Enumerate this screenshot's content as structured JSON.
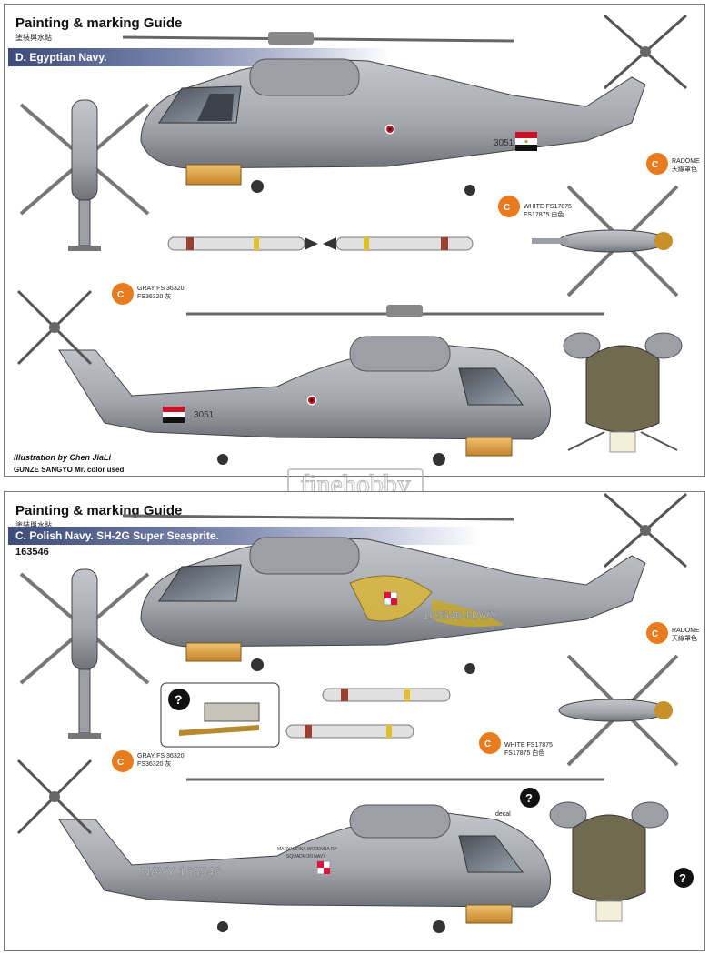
{
  "top": {
    "title": "Painting & marking Guide",
    "subtitle": "塗裝與水貼",
    "banner": "D. Egyptian Navy.",
    "serial": "3051",
    "credit": "Illustration by Chen JiaLi",
    "colors_credit": "GUNZE SANGYO Mr. color used",
    "callouts": {
      "c_gray": "C",
      "gray_line1": "GRAY FS 36320",
      "gray_line2": "FS36320 灰",
      "c_white": "C",
      "white_line1": "WHITE FS17875",
      "white_line2": "FS17875 白色",
      "c_radome": "C",
      "radome_line1": "RADOME",
      "radome_line2": "天線罩色"
    }
  },
  "bottom": {
    "title": "Painting & marking Guide",
    "subtitle": "塗裝與水貼",
    "banner": "C. Polish Navy. SH-2G Super Seasprite.",
    "banner_line2": "163546",
    "serial_side": "163546-NAVY",
    "serial_side2": "NAVY 163546",
    "decal_label": "decal",
    "stencil1": "MARYNARKA WOJENNA RP",
    "stencil2": "SQUADRON NAVY",
    "callouts": {
      "c_gray": "C",
      "gray_line1": "GRAY FS 36320",
      "gray_line2": "FS36320 灰",
      "c_white": "C",
      "white_line1": "WHITE FS17875",
      "white_line2": "FS17875 白色",
      "c_radome": "C",
      "radome_line1": "RADOME",
      "radome_line2": "天線罩色",
      "q_mark": "?"
    }
  },
  "watermark": "finehobby",
  "colors": {
    "banner": "#3d4c7a",
    "hull": "#a8aab0",
    "hull_dark": "#7d8087",
    "callout": "#e87b1e",
    "egypt_red": "#ce1126",
    "poland_red": "#dc143c"
  }
}
